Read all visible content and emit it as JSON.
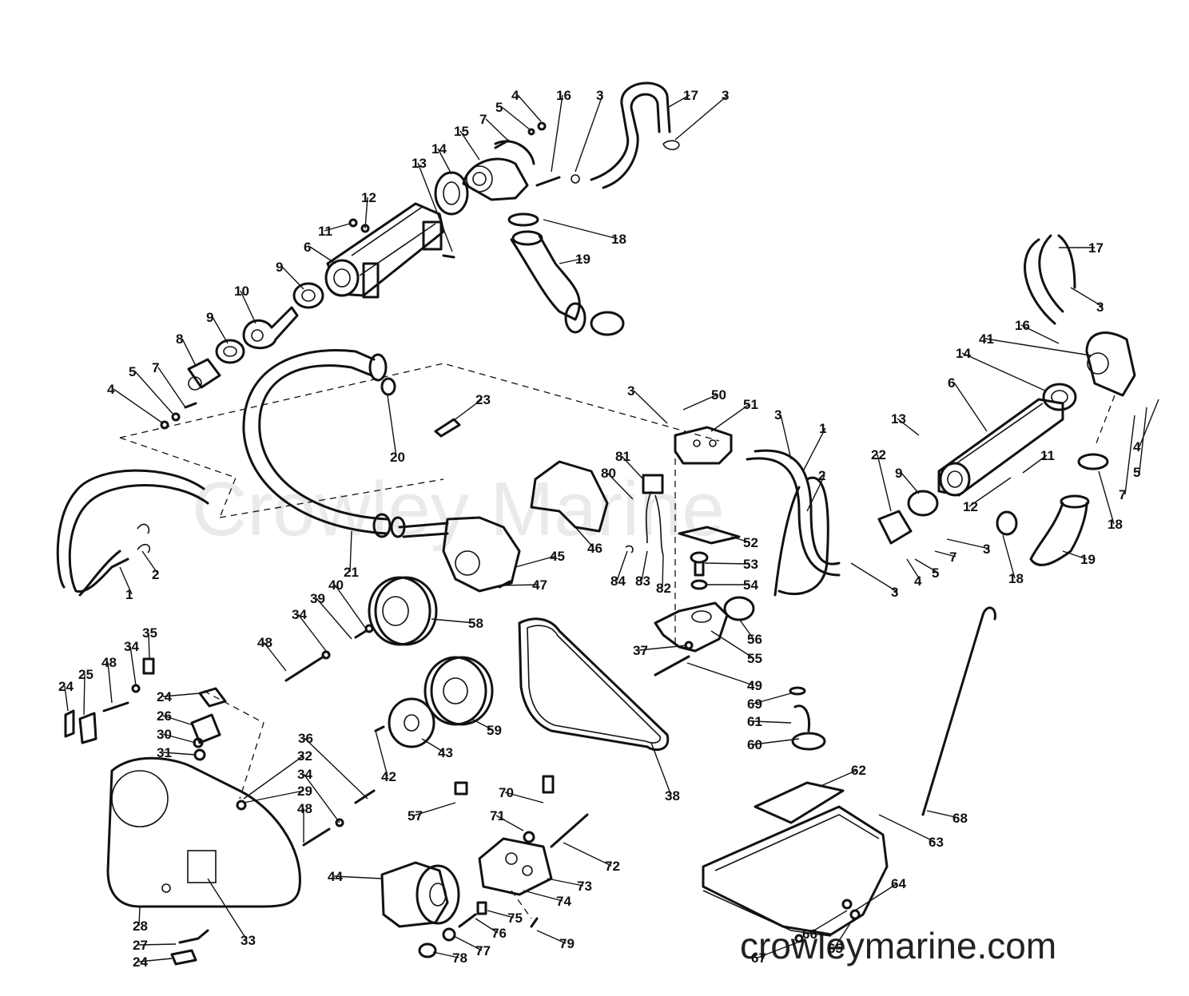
{
  "watermark": "Crowley Marine",
  "website": "crowleymarine.com",
  "callouts": [
    {
      "id": "c4a",
      "label": "4"
    },
    {
      "id": "c5a",
      "label": "5"
    },
    {
      "id": "c16a",
      "label": "16"
    },
    {
      "id": "c3a",
      "label": "3"
    },
    {
      "id": "c17a",
      "label": "17"
    },
    {
      "id": "c3b",
      "label": "3"
    },
    {
      "id": "c7a",
      "label": "7"
    },
    {
      "id": "c15a",
      "label": "15"
    },
    {
      "id": "c14a",
      "label": "14"
    },
    {
      "id": "c13a",
      "label": "13"
    },
    {
      "id": "c12a",
      "label": "12"
    },
    {
      "id": "c11a",
      "label": "11"
    },
    {
      "id": "c18a",
      "label": "18"
    },
    {
      "id": "c19a",
      "label": "19"
    },
    {
      "id": "c6a",
      "label": "6"
    },
    {
      "id": "c9a",
      "label": "9"
    },
    {
      "id": "c10a",
      "label": "10"
    },
    {
      "id": "c9b",
      "label": "9"
    },
    {
      "id": "c8a",
      "label": "8"
    },
    {
      "id": "c7b",
      "label": "7"
    },
    {
      "id": "c5b",
      "label": "5"
    },
    {
      "id": "c4b",
      "label": "4"
    },
    {
      "id": "c17b",
      "label": "17"
    },
    {
      "id": "c3c",
      "label": "3"
    },
    {
      "id": "c16b",
      "label": "16"
    },
    {
      "id": "c41a",
      "label": "41"
    },
    {
      "id": "c14b",
      "label": "14"
    },
    {
      "id": "c6b",
      "label": "6"
    },
    {
      "id": "c23a",
      "label": "23"
    },
    {
      "id": "c20a",
      "label": "20"
    },
    {
      "id": "c3d",
      "label": "3"
    },
    {
      "id": "c50a",
      "label": "50"
    },
    {
      "id": "c51a",
      "label": "51"
    },
    {
      "id": "c3e",
      "label": "3"
    },
    {
      "id": "c1a",
      "label": "1"
    },
    {
      "id": "c2a",
      "label": "2"
    },
    {
      "id": "c22a",
      "label": "22"
    },
    {
      "id": "c9c",
      "label": "9"
    },
    {
      "id": "c13b",
      "label": "13"
    },
    {
      "id": "c11b",
      "label": "11"
    },
    {
      "id": "c12b",
      "label": "12"
    },
    {
      "id": "c7c",
      "label": "7"
    },
    {
      "id": "c5c",
      "label": "5"
    },
    {
      "id": "c4c",
      "label": "4"
    },
    {
      "id": "c18b",
      "label": "18"
    },
    {
      "id": "c18c",
      "label": "18"
    },
    {
      "id": "c19b",
      "label": "19"
    },
    {
      "id": "c81a",
      "label": "81"
    },
    {
      "id": "c80a",
      "label": "80"
    },
    {
      "id": "c52a",
      "label": "52"
    },
    {
      "id": "c53a",
      "label": "53"
    },
    {
      "id": "c54a",
      "label": "54"
    },
    {
      "id": "c84a",
      "label": "84"
    },
    {
      "id": "c83a",
      "label": "83"
    },
    {
      "id": "c82a",
      "label": "82"
    },
    {
      "id": "c3f",
      "label": "3"
    },
    {
      "id": "c4d",
      "label": "4"
    },
    {
      "id": "c5d",
      "label": "5"
    },
    {
      "id": "c7d",
      "label": "7"
    },
    {
      "id": "c3g",
      "label": "3"
    },
    {
      "id": "c2b",
      "label": "2"
    },
    {
      "id": "c1b",
      "label": "1"
    },
    {
      "id": "c21a",
      "label": "21"
    },
    {
      "id": "c46a",
      "label": "46"
    },
    {
      "id": "c45a",
      "label": "45"
    },
    {
      "id": "c47a",
      "label": "47"
    },
    {
      "id": "c58a",
      "label": "58"
    },
    {
      "id": "c40a",
      "label": "40"
    },
    {
      "id": "c39a",
      "label": "39"
    },
    {
      "id": "c34a",
      "label": "34"
    },
    {
      "id": "c48a",
      "label": "48"
    },
    {
      "id": "c35a",
      "label": "35"
    },
    {
      "id": "c34b",
      "label": "34"
    },
    {
      "id": "c48b",
      "label": "48"
    },
    {
      "id": "c25a",
      "label": "25"
    },
    {
      "id": "c24a",
      "label": "24"
    },
    {
      "id": "c24b",
      "label": "24"
    },
    {
      "id": "c26a",
      "label": "26"
    },
    {
      "id": "c30a",
      "label": "30"
    },
    {
      "id": "c31a",
      "label": "31"
    },
    {
      "id": "c56a",
      "label": "56"
    },
    {
      "id": "c55a",
      "label": "55"
    },
    {
      "id": "c37a",
      "label": "37"
    },
    {
      "id": "c49a",
      "label": "49"
    },
    {
      "id": "c69a",
      "label": "69"
    },
    {
      "id": "c61a",
      "label": "61"
    },
    {
      "id": "c60a",
      "label": "60"
    },
    {
      "id": "c59a",
      "label": "59"
    },
    {
      "id": "c43a",
      "label": "43"
    },
    {
      "id": "c42a",
      "label": "42"
    },
    {
      "id": "c36a",
      "label": "36"
    },
    {
      "id": "c32a",
      "label": "32"
    },
    {
      "id": "c34c",
      "label": "34"
    },
    {
      "id": "c29a",
      "label": "29"
    },
    {
      "id": "c48c",
      "label": "48"
    },
    {
      "id": "c38a",
      "label": "38"
    },
    {
      "id": "c62a",
      "label": "62"
    },
    {
      "id": "c63a",
      "label": "63"
    },
    {
      "id": "c68a",
      "label": "68"
    },
    {
      "id": "c57a",
      "label": "57"
    },
    {
      "id": "c70a",
      "label": "70"
    },
    {
      "id": "c71a",
      "label": "71"
    },
    {
      "id": "c72a",
      "label": "72"
    },
    {
      "id": "c73a",
      "label": "73"
    },
    {
      "id": "c74a",
      "label": "74"
    },
    {
      "id": "c44a",
      "label": "44"
    },
    {
      "id": "c75a",
      "label": "75"
    },
    {
      "id": "c76a",
      "label": "76"
    },
    {
      "id": "c77a",
      "label": "77"
    },
    {
      "id": "c78a",
      "label": "78"
    },
    {
      "id": "c79a",
      "label": "79"
    },
    {
      "id": "c28a",
      "label": "28"
    },
    {
      "id": "c27a",
      "label": "27"
    },
    {
      "id": "c24c",
      "label": "24"
    },
    {
      "id": "c33a",
      "label": "33"
    },
    {
      "id": "c64a",
      "label": "64"
    },
    {
      "id": "c66a",
      "label": "66"
    },
    {
      "id": "c65a",
      "label": "65"
    },
    {
      "id": "c67a",
      "label": "67"
    }
  ]
}
